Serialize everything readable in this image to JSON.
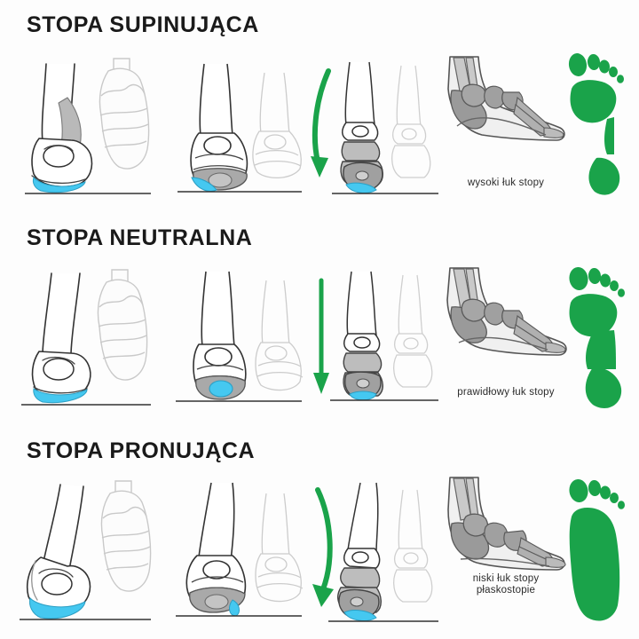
{
  "document": {
    "title": "Typy stopy — supinacja, neutralna, pronacja",
    "language": "pl",
    "background_color": "#fdfdfd"
  },
  "colors": {
    "accent_green": "#1aa34a",
    "highlight_blue": "#45c8f0",
    "bone_gray": "#9a9a9a",
    "bone_gray_light": "#d8d8d8",
    "outline": "#333333",
    "title_color": "#1a1a1a",
    "caption_color": "#2b2b2b",
    "ghost_outline": "#c9c9c9"
  },
  "sections": [
    {
      "id": "supination",
      "title": "STOPA SUPINUJĄCA",
      "arrow": {
        "icon": "curved-arrow-left-down-icon",
        "direction": "curve-outward-left",
        "color": "#1aa34a"
      },
      "arch_caption_lines": [
        "wysoki łuk stopy"
      ],
      "footprint": {
        "icon": "footprint-high-arch-icon",
        "label": "footprint-high-arch",
        "arch_type": "high",
        "midfoot_band_width": 0.12,
        "color": "#1aa34a"
      },
      "views": [
        {
          "icon": "side-view-shoe-heel-outward-icon",
          "label": "side-view-shoe"
        },
        {
          "icon": "rear-view-shoe-heel-outward-icon",
          "label": "rear-view-shoe"
        },
        {
          "icon": "rear-view-skeleton-heel-outward-icon",
          "label": "rear-view-skeleton"
        },
        {
          "icon": "foot-skeleton-side-high-arch-icon",
          "label": "foot-skeleton-side"
        }
      ],
      "contact_zone": {
        "icon": "contact-zone-lateral-icon",
        "label": "lateral-heel-strike",
        "color": "#45c8f0"
      }
    },
    {
      "id": "neutral",
      "title": "STOPA NEUTRALNA",
      "arrow": {
        "icon": "straight-arrow-down-icon",
        "direction": "straight-down",
        "color": "#1aa34a"
      },
      "arch_caption_lines": [
        "prawidłowy łuk stopy"
      ],
      "footprint": {
        "icon": "footprint-normal-arch-icon",
        "label": "footprint-normal-arch",
        "arch_type": "normal",
        "midfoot_band_width": 0.42,
        "color": "#1aa34a"
      },
      "views": [
        {
          "icon": "side-view-shoe-heel-neutral-icon",
          "label": "side-view-shoe"
        },
        {
          "icon": "rear-view-shoe-heel-neutral-icon",
          "label": "rear-view-shoe"
        },
        {
          "icon": "rear-view-skeleton-heel-neutral-icon",
          "label": "rear-view-skeleton"
        },
        {
          "icon": "foot-skeleton-side-normal-arch-icon",
          "label": "foot-skeleton-side"
        }
      ],
      "contact_zone": {
        "icon": "contact-zone-central-icon",
        "label": "central-heel-strike",
        "color": "#45c8f0"
      }
    },
    {
      "id": "pronation",
      "title": "STOPA PRONUJĄCA",
      "arrow": {
        "icon": "curved-arrow-right-down-icon",
        "direction": "curve-outward-right",
        "color": "#1aa34a"
      },
      "arch_caption_lines": [
        "niski łuk stopy",
        "płaskostopie"
      ],
      "footprint": {
        "icon": "footprint-flat-arch-icon",
        "label": "footprint-flat-foot",
        "arch_type": "flat",
        "midfoot_band_width": 1.0,
        "color": "#1aa34a"
      },
      "views": [
        {
          "icon": "side-view-shoe-heel-inward-icon",
          "label": "side-view-shoe"
        },
        {
          "icon": "rear-view-shoe-heel-inward-icon",
          "label": "rear-view-shoe"
        },
        {
          "icon": "rear-view-skeleton-heel-inward-icon",
          "label": "rear-view-skeleton"
        },
        {
          "icon": "foot-skeleton-side-flat-arch-icon",
          "label": "foot-skeleton-side"
        }
      ],
      "contact_zone": {
        "icon": "contact-zone-medial-icon",
        "label": "medial-heel-strike",
        "color": "#45c8f0"
      }
    }
  ]
}
